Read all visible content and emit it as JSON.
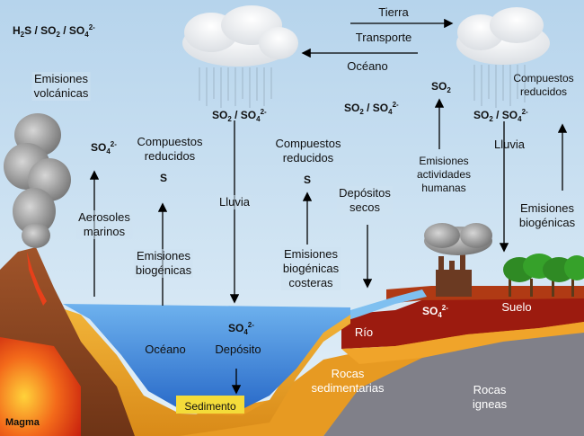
{
  "top_left_formula": {
    "h": "H",
    "h_sub": "2",
    "s1": "S /  SO",
    "so2_sub": "2",
    "sep": " /  SO",
    "so4_sub": "4",
    "so4_sup": "2-"
  },
  "emisiones_volcanicas": [
    "Emisiones",
    "volcánicas"
  ],
  "so4_left": {
    "base": "SO",
    "sub": "4",
    "sup": "2-"
  },
  "aerosoles_marinos": [
    "Aerosoles",
    "marinos"
  ],
  "compuestos_reducidos_1": [
    "Compuestos",
    "reducidos"
  ],
  "s_1": "S",
  "emisiones_biogenicas_1": [
    "Emisiones",
    "biogénicas"
  ],
  "oceano_bottom": "Océano",
  "so2_so4_center": {
    "a": "SO",
    "a_sub": "2",
    "sep": "  /  SO",
    "b_sub": "4",
    "b_sup": "2-"
  },
  "lluvia_center": "Lluvia",
  "so4_deposito": {
    "base": "SO",
    "sub": "4",
    "sup": "2-"
  },
  "deposito": "Depósito",
  "sedimento": "Sedimento",
  "compuestos_reducidos_2": [
    "Compuestos",
    "reducidos"
  ],
  "s_2": "S",
  "emisiones_biogenicas_costeras": [
    "Emisiones",
    "biogénicas",
    "costeras"
  ],
  "so2_so4_mid": {
    "a": "SO",
    "a_sub": "2",
    "sep": "  /  SO",
    "b_sub": "4",
    "b_sup": "2-"
  },
  "depositos_secos": [
    "Depósitos",
    "secos"
  ],
  "tierra": "Tierra",
  "transporte": "Transporte",
  "oceano_top": "Océano",
  "so2_right": {
    "base": "SO",
    "sub": "2"
  },
  "emisiones_humanas": [
    "Emisiones",
    "actividades",
    "humanas"
  ],
  "so2_so4_right": {
    "a": "SO",
    "a_sub": "2",
    "sep": "  /  SO",
    "b_sub": "4",
    "b_sup": "2-"
  },
  "lluvia_right": "Lluvia",
  "compuestos_reducidos_3": [
    "Compuestos",
    "reducidos"
  ],
  "emisiones_biogenicas_2": [
    "Emisiones",
    "biogénicas"
  ],
  "rio": "Río",
  "so4_ground": {
    "base": "SO",
    "sub": "4",
    "sup": "2-"
  },
  "suelo": "Suelo",
  "rocas_sedimentarias": [
    "Rocas",
    "sedimentarias"
  ],
  "rocas_igneas": [
    "Rocas",
    "igneas"
  ],
  "magma": "Magma",
  "colors": {
    "sky": "#c7dff0",
    "sea": "#3b7fd4",
    "sand": "#e9a62a",
    "soil": "#9b1b10",
    "rock": "#7d7d84",
    "magma": "#e8421a"
  }
}
